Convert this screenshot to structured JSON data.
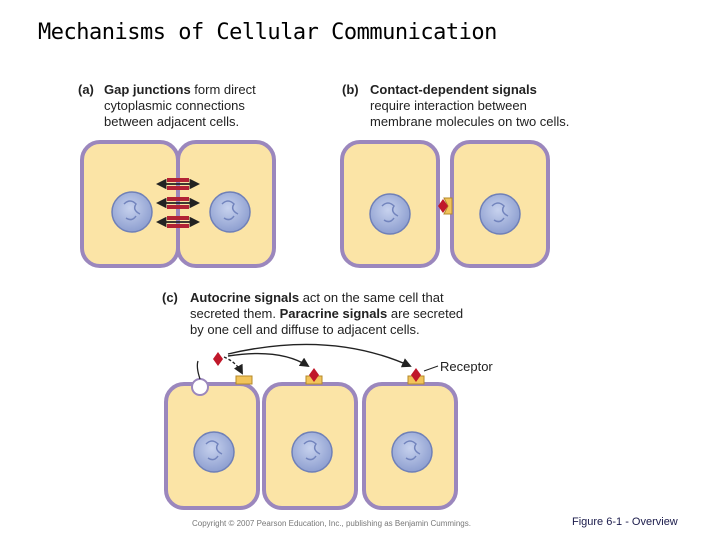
{
  "slide": {
    "title": "Mechanisms of Cellular Communication"
  },
  "panel_a": {
    "letter": "(a)",
    "term": "Gap junctions",
    "line1_rest": " form direct",
    "line2": "cytoplasmic connections",
    "line3": "between adjacent cells."
  },
  "panel_b": {
    "letter": "(b)",
    "term": "Contact-dependent signals",
    "line2": "require interaction between",
    "line3": "membrane molecules on two cells."
  },
  "panel_c": {
    "letter": "(c)",
    "term1": "Autocrine signals",
    "line1_rest": " act on the same cell that",
    "line2_pre": "secreted them. ",
    "term2": "Paracrine signals",
    "line2_rest": " are secreted",
    "line3": "by one cell and diffuse to adjacent cells.",
    "receptor_label": "Receptor"
  },
  "footer": {
    "copyright": "Copyright © 2007 Pearson Education, Inc., publishing as Benjamin Cummings.",
    "figure": "Figure 6-1 - Overview"
  },
  "colors": {
    "cell_fill": "#fbe4a6",
    "membrane": "#9b87bd",
    "nucleus": "#a9b7dc",
    "signal": "#c0182a",
    "receptor": "#f2c45a"
  }
}
